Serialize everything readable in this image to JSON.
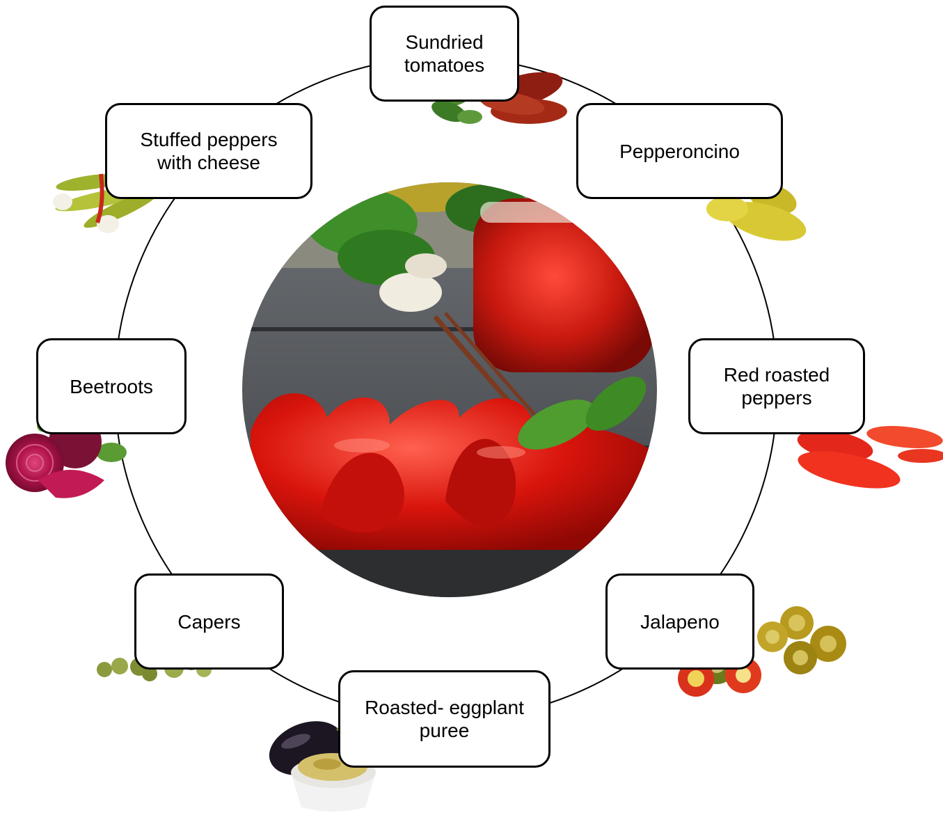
{
  "diagram": {
    "ring_color": "#000000",
    "center": {
      "icon": "roasted-red-peppers-photo"
    },
    "items": [
      {
        "id": "sundried-tomatoes",
        "label": "Sundried\ntomatoes",
        "icon": "sundried-tomatoes-icon"
      },
      {
        "id": "pepperoncino",
        "label": "Pepperoncino",
        "icon": "pepperoncino-icon"
      },
      {
        "id": "red-roasted-peppers",
        "label": "Red roasted\npeppers",
        "icon": "red-roasted-peppers-icon"
      },
      {
        "id": "jalapeno",
        "label": "Jalapeno",
        "icon": "jalapeno-icon"
      },
      {
        "id": "roasted-eggplant-puree",
        "label": "Roasted- eggplant\npuree",
        "icon": "eggplant-puree-icon"
      },
      {
        "id": "capers",
        "label": "Capers",
        "icon": "capers-icon"
      },
      {
        "id": "beetroots",
        "label": "Beetroots",
        "icon": "beetroots-icon"
      },
      {
        "id": "stuffed-peppers-with-cheese",
        "label": "Stuffed peppers\nwith cheese",
        "icon": "stuffed-peppers-icon"
      }
    ]
  }
}
